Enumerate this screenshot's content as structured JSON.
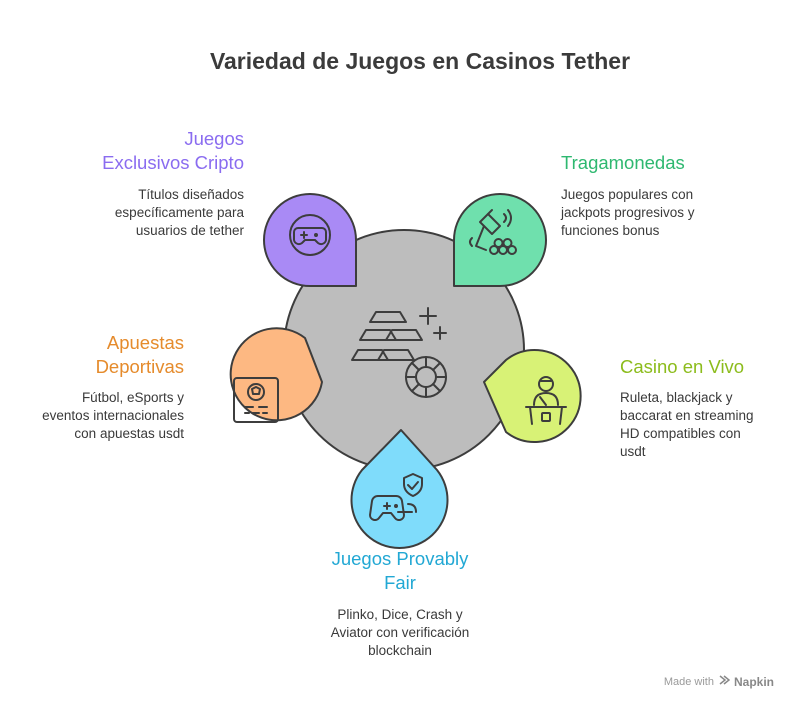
{
  "title": "Variedad de Juegos en Casinos Tether",
  "items": {
    "exclusivos": {
      "heading_1": "Juegos",
      "heading_2": "Exclusivos Cripto",
      "body": [
        "Títulos diseñados",
        "específicamente para",
        "usuarios de tether"
      ],
      "color": "#8a6cf0",
      "icon": "gamepad-icon"
    },
    "tragamonedas": {
      "heading_1": "Tragamonedas",
      "body": [
        "Juegos populares con",
        "jackpots progresivos y",
        "funciones bonus"
      ],
      "color": "#2eb870",
      "icon": "slot-machine-icon"
    },
    "apuestas": {
      "heading_1": "Apuestas",
      "heading_2": "Deportivas",
      "body": [
        "Fútbol, eSports y",
        "eventos internacionales",
        "con apuestas usdt"
      ],
      "color": "#e58b2c",
      "icon": "sports-ticket-icon"
    },
    "vivo": {
      "heading_1": "Casino en Vivo",
      "body": [
        "Ruleta, blackjack y",
        "baccarat en streaming",
        "HD compatibles con",
        "usdt"
      ],
      "color": "#8cbc1c",
      "icon": "dealer-icon"
    },
    "provably": {
      "heading_1": "Juegos Provably",
      "heading_2": "Fair",
      "body": [
        "Plinko, Dice, Crash y",
        "Aviator con verificación",
        "blockchain"
      ],
      "color": "#22a8d4",
      "icon": "verified-gamepad-icon"
    }
  },
  "center_icon": "gold-bars-and-chip-icon",
  "footer": {
    "made_with": "Made with",
    "brand": "Napkin"
  }
}
